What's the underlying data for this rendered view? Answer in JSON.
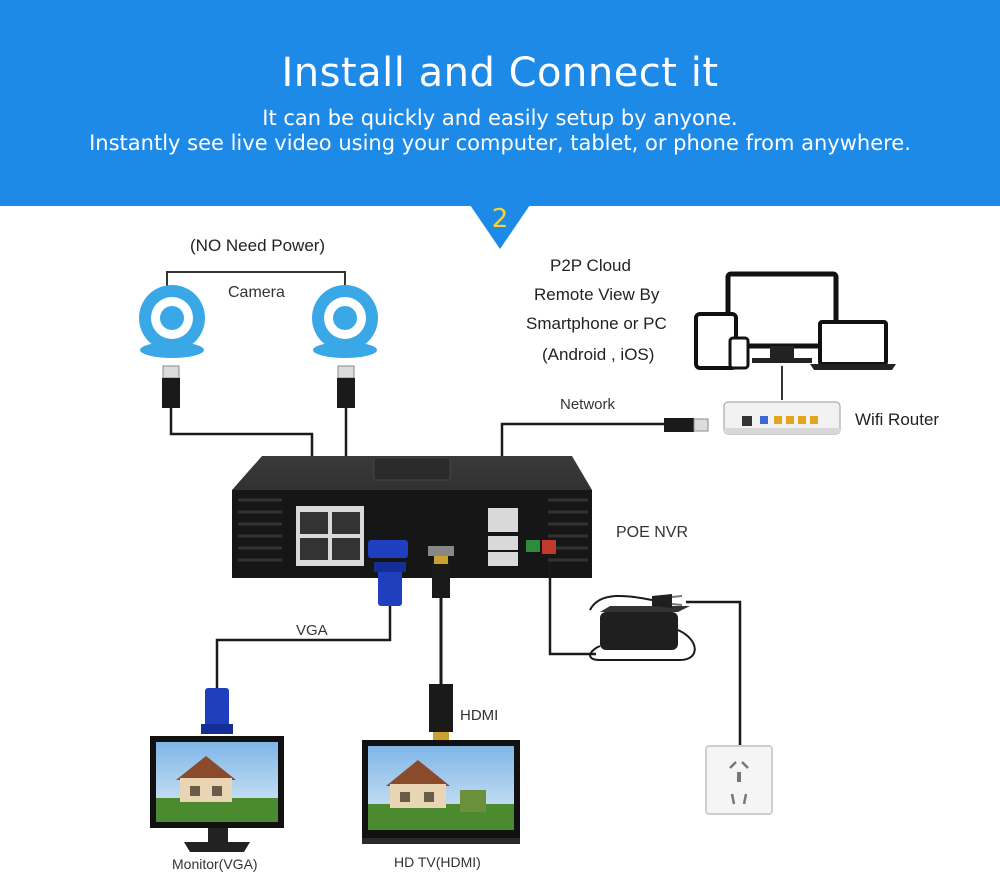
{
  "header": {
    "title": "Install and Connect it",
    "subtitle_line1": "It can be quickly and easily setup by anyone.",
    "subtitle_line2": "Instantly see live video using your computer, tablet, or phone from anywhere.",
    "step_number": "2"
  },
  "labels": {
    "no_power": "(NO Need Power)",
    "camera": "Camera",
    "p2p_line1": "P2P Cloud",
    "p2p_line2": "Remote View By",
    "p2p_line3": "Smartphone or PC",
    "p2p_line4": "(Android , iOS)",
    "network": "Network",
    "wifi_router": "Wifi Router",
    "poe_nvr": "POE NVR",
    "vga": "VGA",
    "hdmi": "HDMI",
    "monitor": "Monitor(VGA)",
    "hdtv": "HD TV(HDMI)"
  },
  "colors": {
    "banner": "#1e8ae8",
    "step_accent": "#f7d336",
    "camera_blue": "#3aa8e6",
    "vga_blue": "#1f3fbf"
  },
  "icons": [
    "camera-icon",
    "rj45-plug-icon",
    "nvr-device-icon",
    "router-icon",
    "laptop-icon",
    "desktop-icon",
    "tablet-icon",
    "phone-icon",
    "power-adapter-icon",
    "wall-socket-icon",
    "monitor-icon",
    "tv-icon",
    "vga-plug-icon",
    "hdmi-plug-icon"
  ]
}
